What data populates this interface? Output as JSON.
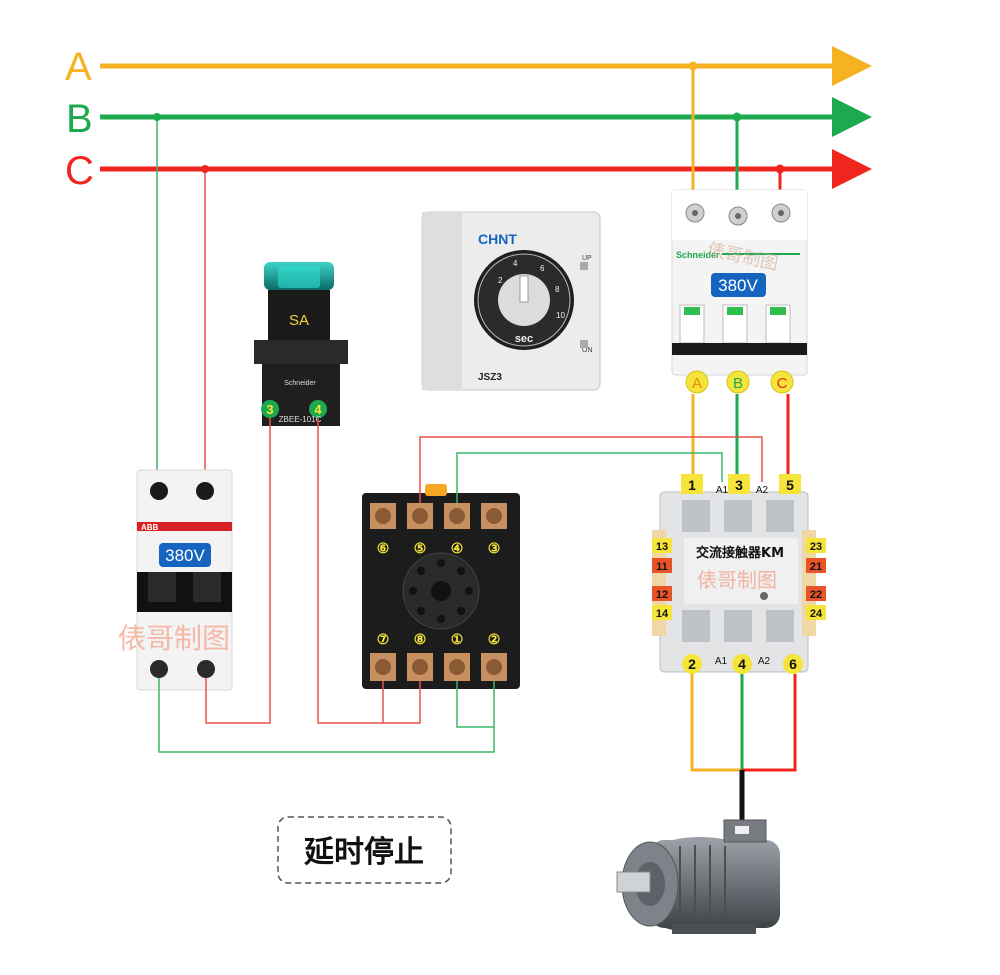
{
  "phases": {
    "a": {
      "label": "A",
      "color": "#F5B324"
    },
    "b": {
      "label": "B",
      "color": "#1DAA4E"
    },
    "c": {
      "label": "C",
      "color": "#F0251E"
    }
  },
  "wire_colors": {
    "thin_red": "#E8504A",
    "thin_green": "#3DB56A",
    "black": "#111111"
  },
  "watermark": "俵哥制图",
  "title_box": {
    "text": "延时停止"
  },
  "breaker_main": {
    "brand": "Schneider",
    "voltage": "380V",
    "terminals": [
      "A",
      "B",
      "C"
    ]
  },
  "breaker_control": {
    "brand": "ABB",
    "voltage": "380V"
  },
  "selector_switch": {
    "label": "SA",
    "brand": "Schneider",
    "model": "ZBEE-101C",
    "term_left": "3",
    "term_right": "4"
  },
  "timer_relay": {
    "brand": "CHNT",
    "model": "JSZ3",
    "unit": "sec",
    "up": "UP",
    "on": "ON",
    "dial_numbers": [
      "2",
      "4",
      "6",
      "8",
      "10"
    ]
  },
  "relay_socket": {
    "top_terminals": [
      "⑥",
      "⑤",
      "④",
      "③"
    ],
    "bottom_terminals": [
      "⑦",
      "⑧",
      "①",
      "②"
    ]
  },
  "contactor": {
    "label": "交流接触器KM",
    "top_terminals": [
      "1",
      "3",
      "5"
    ],
    "bottom_terminals": [
      "2",
      "4",
      "6"
    ],
    "coil_top": [
      "A1",
      "A2"
    ],
    "coil_bottom": [
      "A1",
      "A2"
    ],
    "aux_left": [
      "13",
      "11",
      "12",
      "14"
    ],
    "aux_right": [
      "23",
      "21",
      "22",
      "24"
    ]
  },
  "motor": {}
}
